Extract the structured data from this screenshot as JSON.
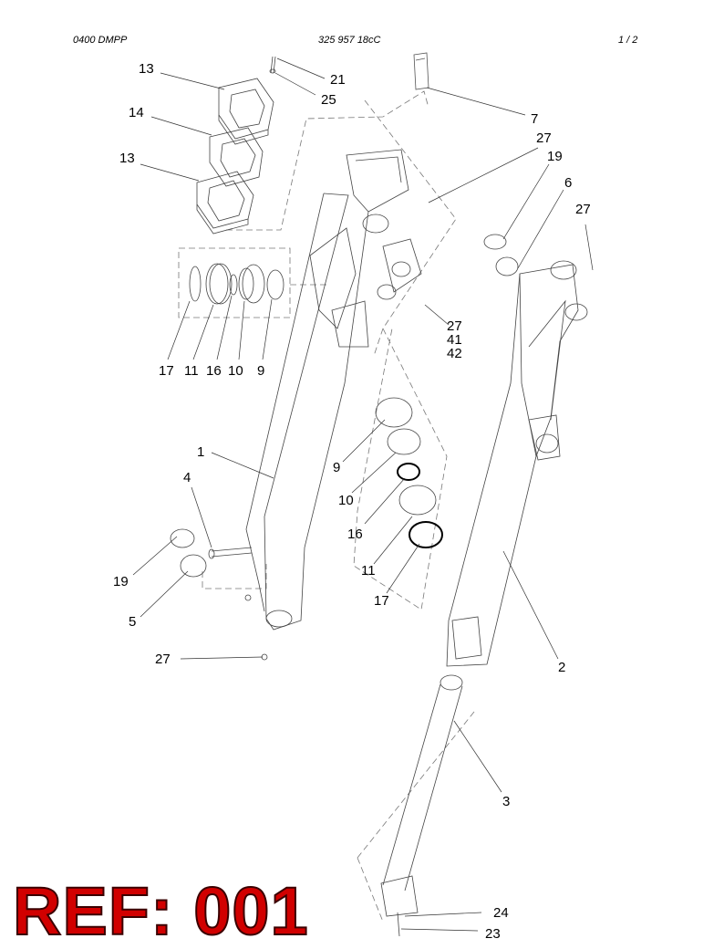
{
  "header": {
    "left": "0400 DMPP",
    "center": "325 957 18cC",
    "right": "1 /   2"
  },
  "ref_stamp": "REF: 001",
  "callouts": [
    {
      "id": "c13a",
      "text": "13"
    },
    {
      "id": "c21",
      "text": "21"
    },
    {
      "id": "c25",
      "text": "25"
    },
    {
      "id": "c14",
      "text": "14"
    },
    {
      "id": "c7",
      "text": "7"
    },
    {
      "id": "c27a",
      "text": "27"
    },
    {
      "id": "c13b",
      "text": "13"
    },
    {
      "id": "c19a",
      "text": "19"
    },
    {
      "id": "c6",
      "text": "6"
    },
    {
      "id": "c27b",
      "text": "27"
    },
    {
      "id": "c17a",
      "text": "17"
    },
    {
      "id": "c11a",
      "text": "11"
    },
    {
      "id": "c16a",
      "text": "16"
    },
    {
      "id": "c10a",
      "text": "10"
    },
    {
      "id": "c9a",
      "text": "9"
    },
    {
      "id": "c27c",
      "text": "27"
    },
    {
      "id": "c41",
      "text": "41"
    },
    {
      "id": "c42",
      "text": "42"
    },
    {
      "id": "c1",
      "text": "1"
    },
    {
      "id": "c9b",
      "text": "9"
    },
    {
      "id": "c4",
      "text": "4"
    },
    {
      "id": "c10b",
      "text": "10"
    },
    {
      "id": "c16b",
      "text": "16"
    },
    {
      "id": "c19b",
      "text": "19"
    },
    {
      "id": "c11b",
      "text": "11"
    },
    {
      "id": "c5",
      "text": "5"
    },
    {
      "id": "c17b",
      "text": "17"
    },
    {
      "id": "c27d",
      "text": "27"
    },
    {
      "id": "c2",
      "text": "2"
    },
    {
      "id": "c3",
      "text": "3"
    },
    {
      "id": "c24",
      "text": "24"
    },
    {
      "id": "c23",
      "text": "23"
    }
  ]
}
